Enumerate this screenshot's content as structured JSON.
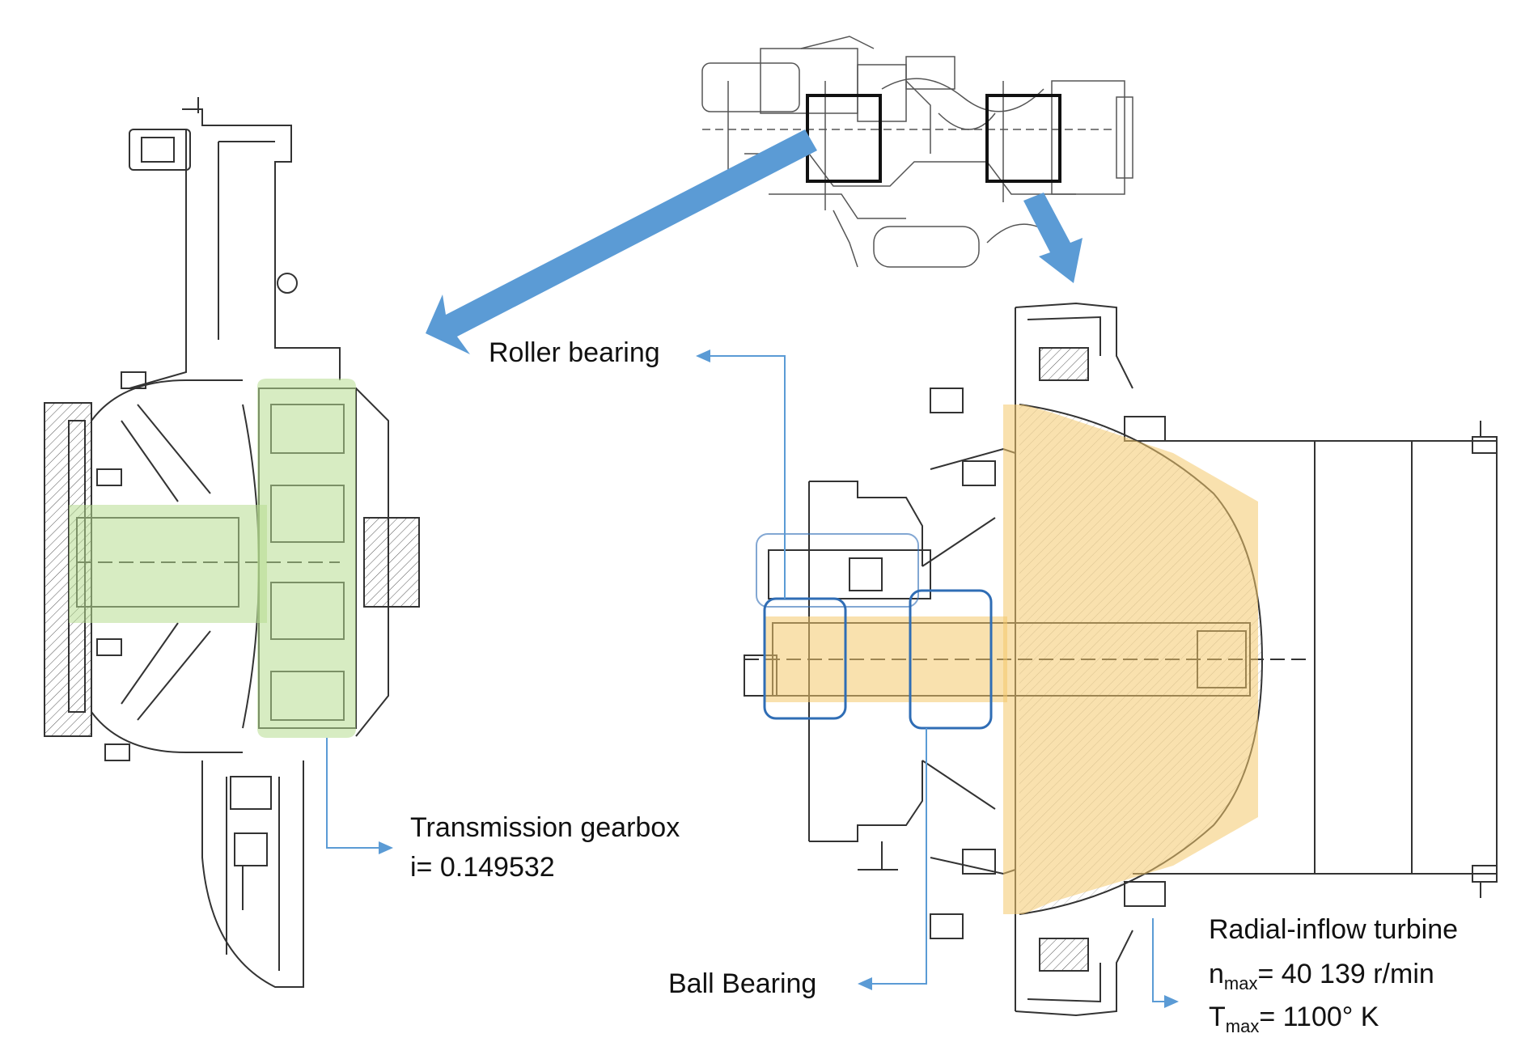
{
  "labels": {
    "roller_bearing": "Roller bearing",
    "transmission_gearbox": "Transmission gearbox",
    "gear_ratio": "i= 0.149532",
    "ball_bearing": "Ball Bearing",
    "radial_turbine": "Radial-inflow turbine",
    "n_main": "n",
    "n_sub": "max",
    "n_value": "= 40 139 r/min",
    "t_main": "T",
    "t_sub": "max",
    "t_value": "= 1100° K"
  },
  "colors": {
    "arrow_blue": "#5b9bd5",
    "leader_blue": "#5b9bd5",
    "box_blue": "#2f6db5",
    "gearbox_highlight": "#b7dc8f",
    "turbine_highlight": "#f4c96b",
    "drawing_line": "#333333"
  }
}
